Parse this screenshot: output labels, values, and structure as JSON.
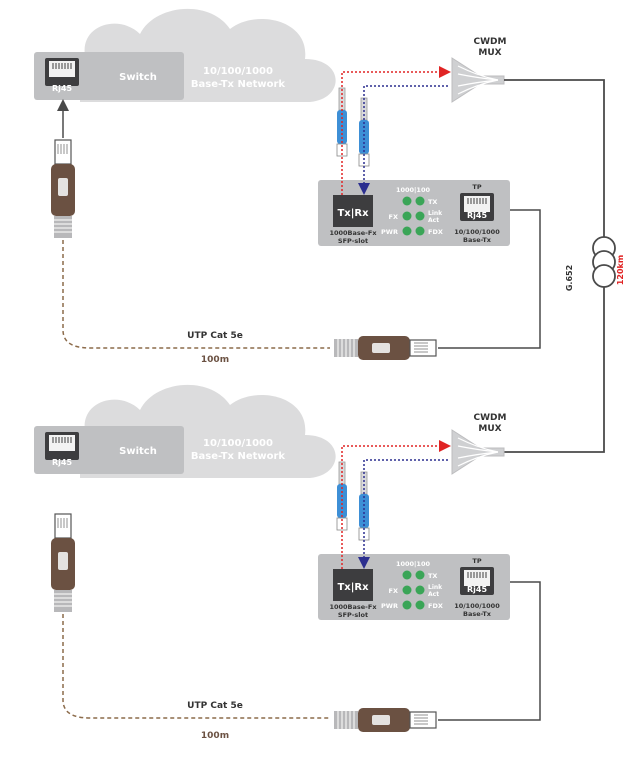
{
  "colors": {
    "device_gray": "#bfc0c2",
    "device_dark": "#4a4a4c",
    "cloud": "#dcdcdd",
    "cloud_text": "#ffffff",
    "led_green": "#3aa557",
    "fiber_blue": "#3d8fd6",
    "tx_arrow_red": "#e02424",
    "rx_arrow_navy": "#2c2f8f",
    "cable_brown": "#6b5142",
    "dashed_brown": "#8c6b4a",
    "fiber_line": "#4a4a4a",
    "distance_red": "#e02424"
  },
  "network_top": {
    "switch": {
      "port_label": "Rj45",
      "label": "Switch"
    },
    "cloud_text_line1": "10/100/1000",
    "cloud_text_line2": "Base-Tx Network",
    "mux": {
      "line1": "CWDM",
      "line2": "MUX"
    },
    "converter": {
      "sfp_label": "Tx|Rx",
      "sfp_caption1": "1000Base-Fx",
      "sfp_caption2": "SFP-slot",
      "led_header": "1000|100",
      "led_tx": "TX",
      "led_fx": "FX",
      "led_link1": "Link",
      "led_link2": "Act",
      "led_pwr": "PWR",
      "led_fdx": "FDX",
      "tp_label": "TP",
      "tp_port": "Rj45",
      "tp_caption1": "10/100/1000",
      "tp_caption2": "Base-Tx"
    },
    "cable_label": "UTP Cat 5e",
    "cable_length": "100m"
  },
  "network_bottom": {
    "switch": {
      "port_label": "Rj45",
      "label": "Switch"
    },
    "cloud_text_line1": "10/100/1000",
    "cloud_text_line2": "Base-Tx Network",
    "mux": {
      "line1": "CWDM",
      "line2": "MUX"
    },
    "converter": {
      "sfp_label": "Tx|Rx",
      "sfp_caption1": "1000Base-Fx",
      "sfp_caption2": "SFP-slot",
      "led_header": "1000|100",
      "led_tx": "TX",
      "led_fx": "FX",
      "led_link1": "Link",
      "led_link2": "Act",
      "led_pwr": "PWR",
      "led_fdx": "FDX",
      "tp_label": "TP",
      "tp_port": "Rj45",
      "tp_caption1": "10/100/1000",
      "tp_caption2": "Base-Tx"
    },
    "cable_label": "UTP Cat 5e",
    "cable_length": "100m"
  },
  "fiber_link": {
    "fiber_type": "G.652",
    "distance": "120km"
  }
}
